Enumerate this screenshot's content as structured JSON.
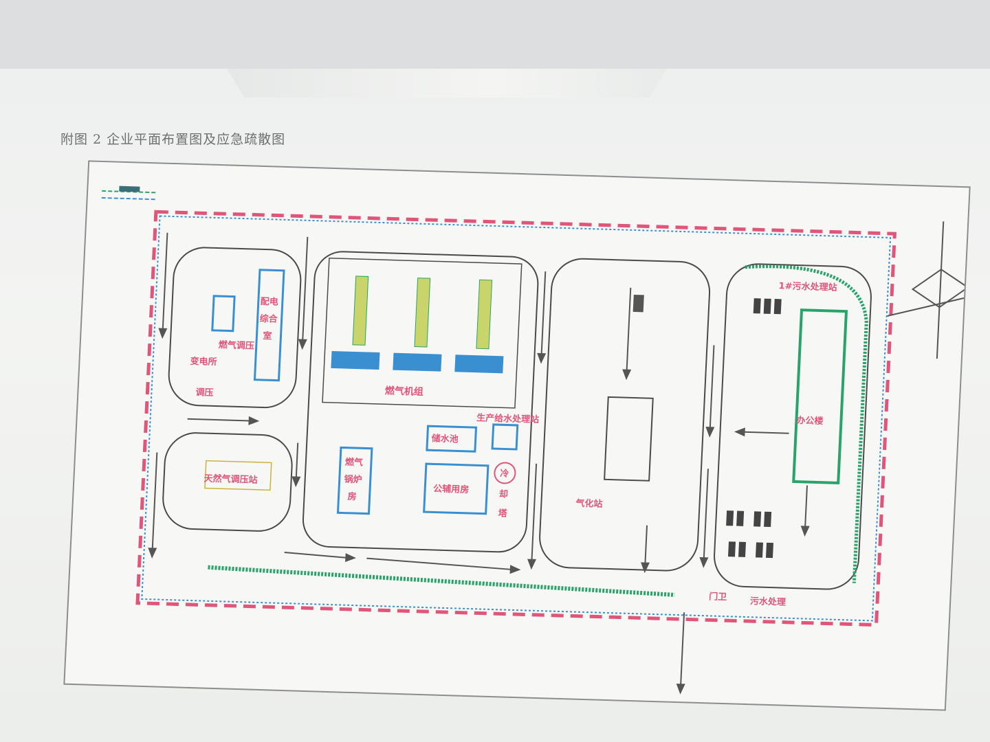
{
  "caption": "附图 2 企业平面布置图及应急疏散图",
  "labels": {
    "gas_pressure": "燃气调压",
    "transformer": "变电所",
    "gas_area": "天然气调压站",
    "regulator": "调压",
    "dist_room": "配电",
    "dist_room2": "综合",
    "dist_room3": "室",
    "engine_area": "燃气机组",
    "gen_water": "生产给水处理站",
    "water_pool": "储水池",
    "boiler_1": "燃气",
    "boiler_2": "锅炉",
    "boiler_3": "房",
    "pump_room": "公辅用房",
    "cooling_1": "冷",
    "cooling_2": "却",
    "cooling_3": "塔",
    "gasify_area": "气化站",
    "office_water": "1#污水处理站",
    "office": "办公楼",
    "guard": "门卫",
    "sewage": "污水处理"
  },
  "colors": {
    "boundary": "#e0557a",
    "blue": "#3a8fd0",
    "green": "#2aa36a",
    "arrow": "#555555"
  }
}
